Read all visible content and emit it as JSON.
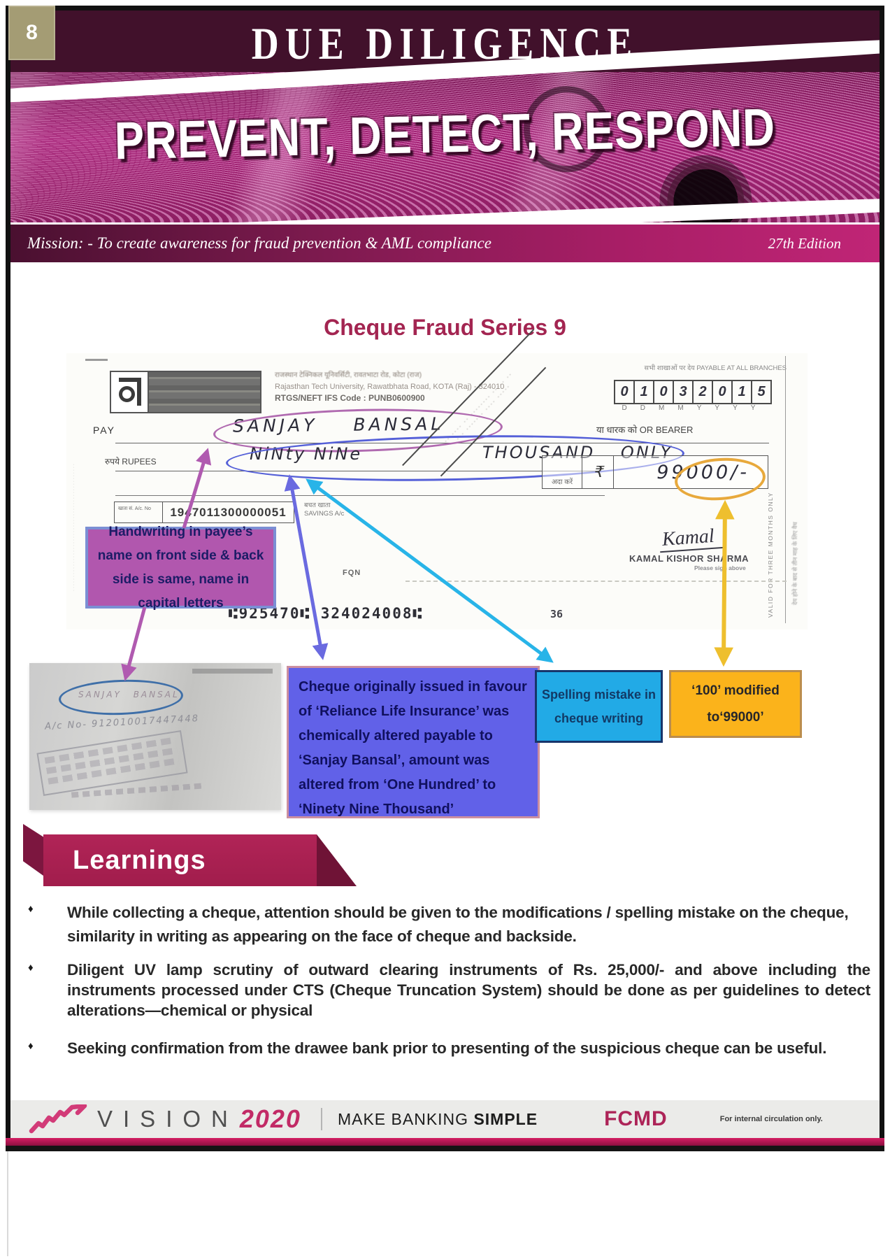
{
  "page": {
    "badge": "8"
  },
  "banner": {
    "masthead": "DUE DILIGENCE",
    "headline": "PREVENT, DETECT, RESPOND",
    "mission": "Mission: - To create awareness for fraud prevention & AML compliance",
    "edition": "27th Edition",
    "accent_color": "#a62478"
  },
  "title": "Cheque Fraud Series 9",
  "cheque": {
    "bank": {
      "logo_name": "punjab-national-bank-emblem",
      "branch_hindi": "राजस्थान टेक्निकल यूनिवर्सिटी, रावतभाटा रोड, कोटा (राज)",
      "branch_english": "Rajasthan Tech University, Rawatbhata Road, KOTA (Raj) - 324010",
      "ifs_code": "RTGS/NEFT IFS Code : PUNB0600900"
    },
    "payable_note": "सभी शाखाओं पर देय PAYABLE AT ALL BRANCHES",
    "date": {
      "digits": [
        "0",
        "1",
        "0",
        "3",
        "2",
        "0",
        "1",
        "5"
      ],
      "labels": [
        "D",
        "D",
        "M",
        "M",
        "Y",
        "Y",
        "Y",
        "Y"
      ]
    },
    "valid_note": "VALID FOR THREE MONTHS ONLY",
    "valid_note_hindi": "देय होने के बाद से तीन माह के लिए वैध",
    "pay_label": "PAY",
    "payee_handwritten": "SANJAY BANSAL",
    "bearer_label": "या धारक को OR BEARER",
    "rupees_label": "रुपये RUPEES",
    "amount_words_1": "NiNty NiNe",
    "amount_words_2": "THOUSAND ONLY",
    "pre_amount_label": "अदा करें",
    "currency_symbol": "₹",
    "amount_figures_handwritten": "99000/-",
    "account_label": "खाता सं. A/c. No",
    "account_number": "1947011300000051",
    "savings_label_hindi": "बचत खाता",
    "savings_label": "SAVINGS A/c",
    "fqn_label": "FQN",
    "signature_script": "Kamal",
    "signatory_name": "KAMAL KISHOR SHARMA",
    "sign_note": "Please sign above",
    "micr_line": "⑆925470⑆ 324024008⑆",
    "micr_extra": "36"
  },
  "backside": {
    "payee_name_handwritten": "SANJAY BANSAL",
    "account_handwritten": "A/c No- 912010017447448"
  },
  "callouts": {
    "purple": {
      "text": "Handwriting in payee’s name on front side &  back side is same, name in capital letters",
      "bg": "#b157ae",
      "border": "#7b8fd4"
    },
    "blue": {
      "text": "Cheque originally  issued in  favour of ‘Reliance Life  Insurance’ was chemically  altered  payable to ‘Sanjay Bansal’, amount was altered from ‘One Hundred’ to ‘Ninety Nine Thousand’",
      "bg": "#6161e8",
      "border": "#cc8fa0"
    },
    "cyan": {
      "text": "Spelling  mistake in cheque writing",
      "bg": "#22aae6",
      "border": "#17356b"
    },
    "orange": {
      "text": "‘100’ modified to‘99000’",
      "bg": "#fbb31b",
      "border": "#bb8d4d"
    }
  },
  "learnings": {
    "heading": "Learnings",
    "ribbon_color": "#aa2153",
    "bullets": [
      "While collecting a cheque, attention should be given to the modifications / spelling mistake on the cheque, similarity in writing as appearing on the face of cheque and backside.",
      "Diligent UV lamp scrutiny of outward clearing instruments of Rs. 25,000/- and above including the instruments processed under CTS (Cheque Truncation System) should be done as per guidelines to detect alterations—chemical or physical",
      "Seeking confirmation from the drawee bank prior to presenting of the suspicious cheque can be useful."
    ]
  },
  "footer": {
    "logo_word": "VISION",
    "logo_year": "2020",
    "tagline_regular": "MAKE BANKING ",
    "tagline_bold": "SIMPLE",
    "dept": "FCMD",
    "note": "For internal circulation only.",
    "accent": "#c22a66"
  }
}
